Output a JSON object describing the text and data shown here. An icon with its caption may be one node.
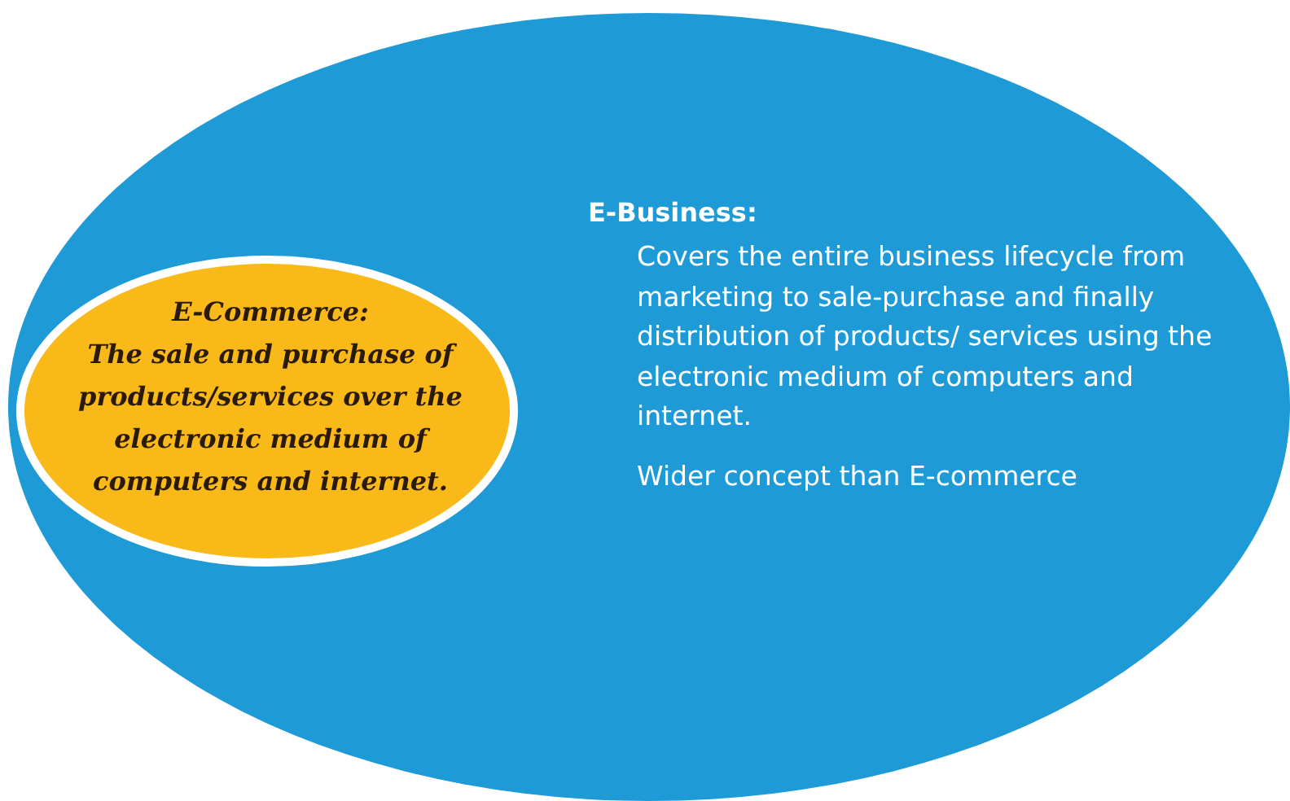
{
  "diagram": {
    "nodes": [
      {
        "text": [
          "E-Business:",
          "Covers the entire business lifecycle from marketing to sale-purchase and finally distribution of products/ services using the electronic medium of computers and internet.",
          "Wider concept than E-commerce"
        ]
      },
      {
        "text": [
          "E-Commerce:",
          "The sale and purchase of products/services over the electronic medium of computers and internet."
        ],
        "in": 0
      }
    ]
  }
}
